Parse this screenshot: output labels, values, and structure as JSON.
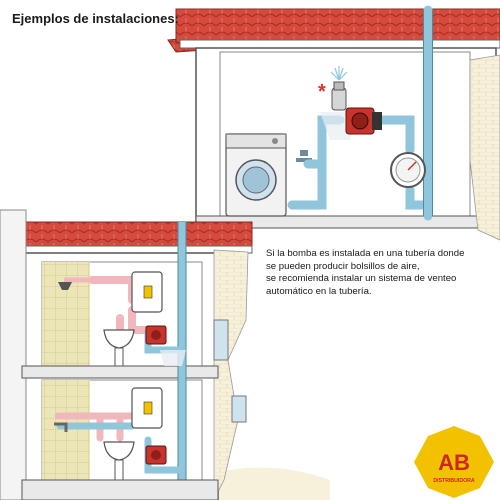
{
  "heading": "Ejemplos de instalaciones:",
  "note_lines": [
    "Si la bomba es instalada en una tubería donde",
    "se pueden producir bolsillos de aire,",
    "se recomienda instalar un sistema  de venteo",
    "automático en la tubería."
  ],
  "marker": "*",
  "logo": {
    "text": "AB",
    "subtext": "DISTRIBUIDORA"
  },
  "colors": {
    "wall": "#ffffff",
    "wall_stroke": "#555555",
    "roof": "#d64a3c",
    "pipe_blue": "#8fc6dc",
    "pipe_pink": "#f2b7bd",
    "pump_red": "#c8342c",
    "tiles": "#ece6b6",
    "logo_yellow": "#f2c200",
    "logo_red": "#d1261f",
    "hills": "#f7f1dc"
  }
}
